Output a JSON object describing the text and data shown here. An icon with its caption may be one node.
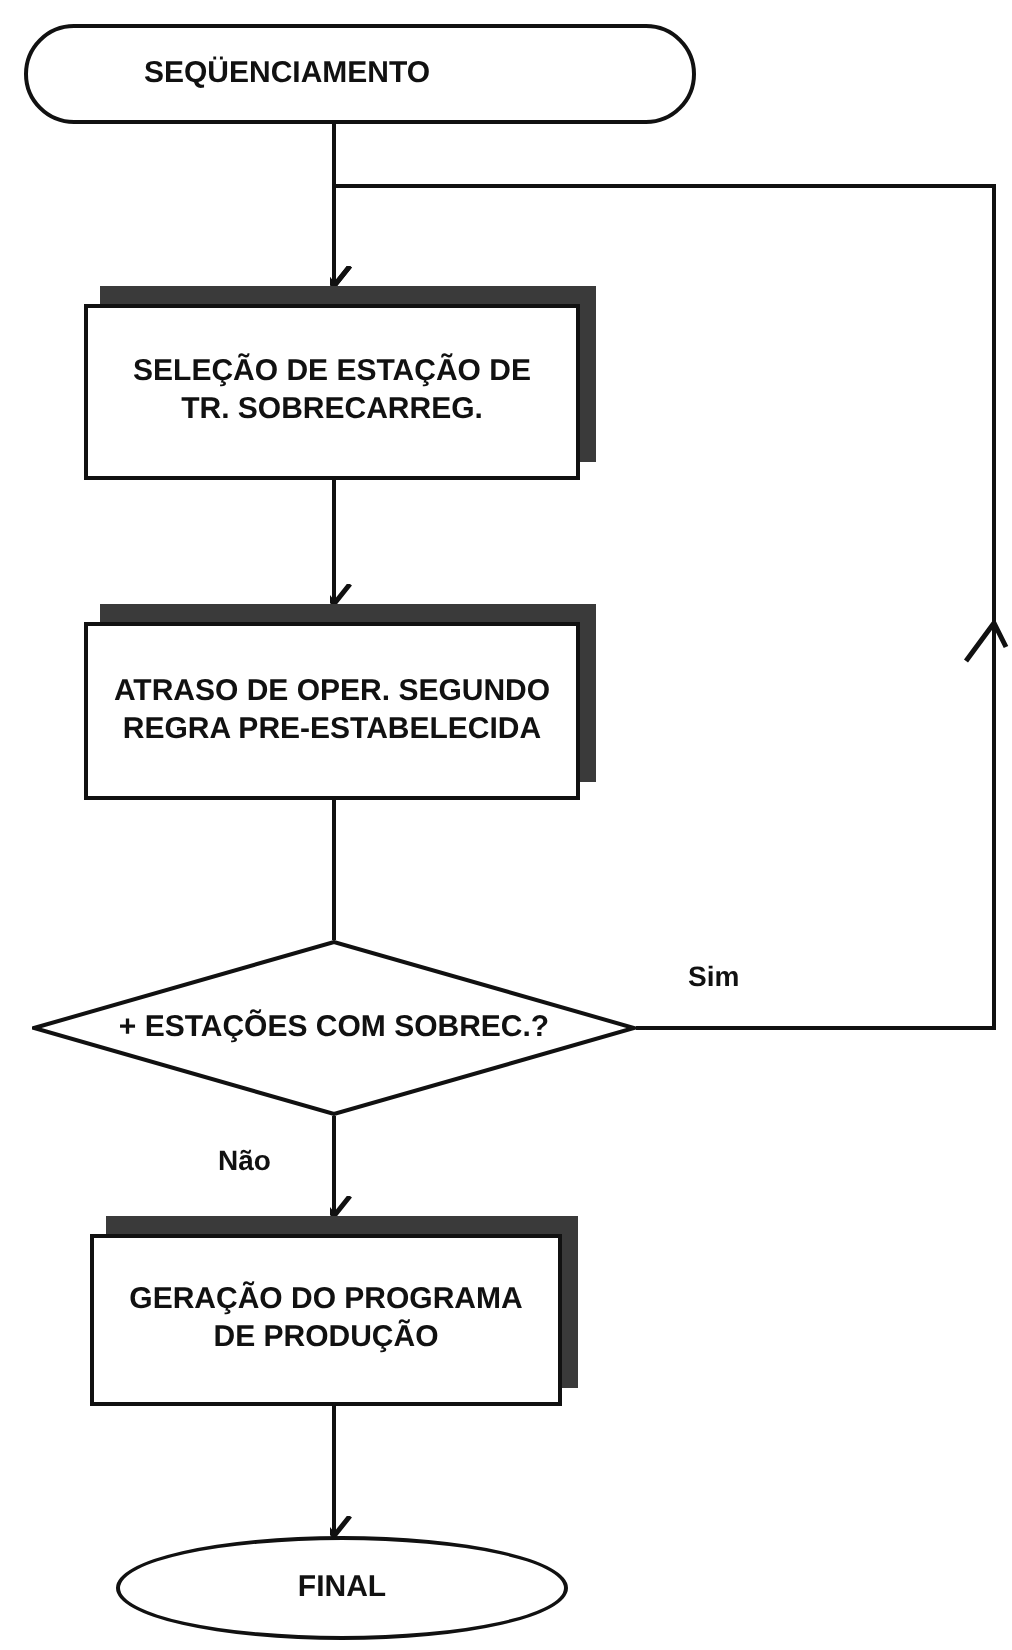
{
  "diagram": {
    "nodes": [
      {
        "text": [
          "SEQÜENCIAMENTO"
        ]
      },
      {
        "text": [
          "SELEÇÃO DE ESTAÇÃO DE TR. SOBRECARREG."
        ]
      },
      {
        "text": [
          "ATRASO DE OPER. SEGUNDO REGRA PRE-ESTABELECIDA"
        ]
      },
      {
        "text": [
          "+ ESTAÇÕES COM SOBREC.?"
        ]
      },
      {
        "text": [
          "GERAÇÃO DO PROGRAMA DE PRODUÇÃO"
        ]
      },
      {
        "text": [
          "FINAL"
        ]
      }
    ],
    "edges": [
      {
        "from": 0,
        "to": 1,
        "arrow": "to"
      },
      {
        "from": 1,
        "to": 2,
        "arrow": "to"
      },
      {
        "from": 2,
        "to": 3,
        "arrow": "none"
      },
      {
        "from": 3,
        "to": 1,
        "arrow": "to",
        "label": "Sim"
      },
      {
        "from": 3,
        "to": 4,
        "arrow": "to",
        "label": "Não"
      },
      {
        "from": 4,
        "to": 5,
        "arrow": "to"
      }
    ]
  }
}
